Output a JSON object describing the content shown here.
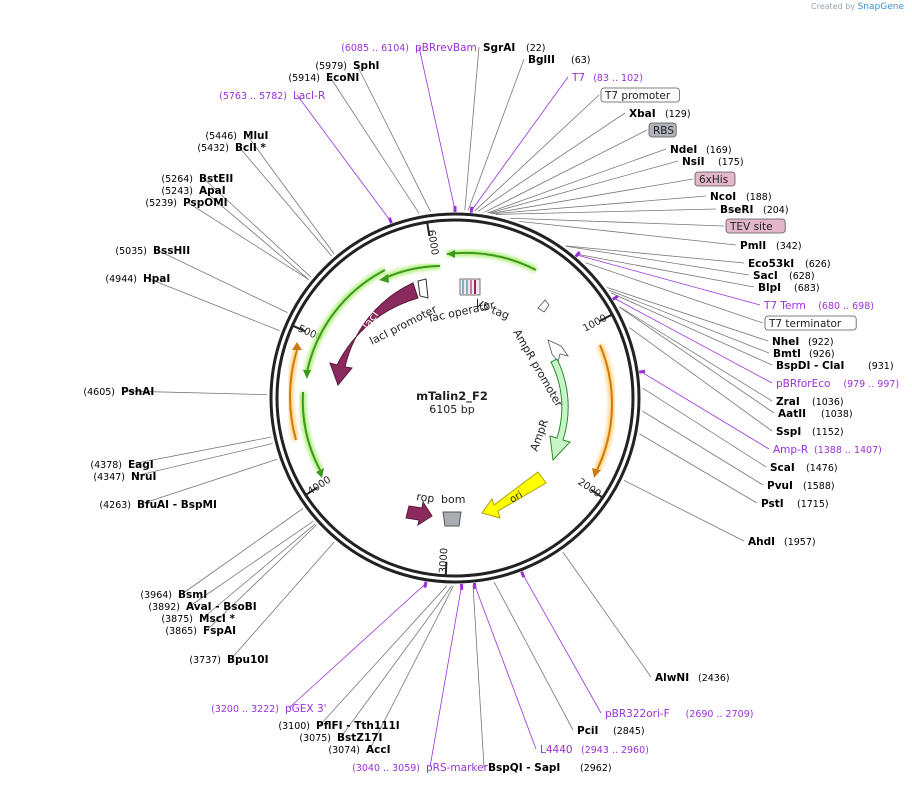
{
  "credit": {
    "prefix": "Created by",
    "brand": "SnapGene"
  },
  "plasmid": {
    "name": "mTalin2_F2",
    "length_label": "6105 bp"
  },
  "ticks": [
    "1000",
    "2000",
    "3000",
    "4000",
    "5000",
    "6000"
  ],
  "right_labels": [
    {
      "name": "SgrAI",
      "pos": "(22)",
      "kind": "site"
    },
    {
      "name": "BglII",
      "pos": "(63)",
      "kind": "site"
    },
    {
      "name": "T7",
      "pos": "(83 .. 102)",
      "kind": "primer"
    },
    {
      "name": "T7 promoter",
      "pos": "",
      "kind": "box"
    },
    {
      "name": "XbaI",
      "pos": "(129)",
      "kind": "site"
    },
    {
      "name": "RBS",
      "pos": "",
      "kind": "boxgray"
    },
    {
      "name": "NdeI",
      "pos": "(169)",
      "kind": "site"
    },
    {
      "name": "NsiI",
      "pos": "(175)",
      "kind": "site"
    },
    {
      "name": "6xHis",
      "pos": "",
      "kind": "boxpink"
    },
    {
      "name": "NcoI",
      "pos": "(188)",
      "kind": "site"
    },
    {
      "name": "BseRI",
      "pos": "(204)",
      "kind": "site"
    },
    {
      "name": "TEV site",
      "pos": "",
      "kind": "boxpink"
    },
    {
      "name": "PmlI",
      "pos": "(342)",
      "kind": "site"
    },
    {
      "name": "Eco53kI",
      "pos": "(626)",
      "kind": "site"
    },
    {
      "name": "SacI",
      "pos": "(628)",
      "kind": "site"
    },
    {
      "name": "BlpI",
      "pos": "(683)",
      "kind": "site"
    },
    {
      "name": "T7 Term",
      "pos": "(680 .. 698)",
      "kind": "primer"
    },
    {
      "name": "T7 terminator",
      "pos": "",
      "kind": "box"
    },
    {
      "name": "NheI",
      "pos": "(922)",
      "kind": "site"
    },
    {
      "name": "BmtI",
      "pos": "(926)",
      "kind": "site"
    },
    {
      "name": "BspDI - ClaI",
      "pos": "(931)",
      "kind": "site"
    },
    {
      "name": "pBRforEco",
      "pos": "(979 .. 997)",
      "kind": "primer"
    },
    {
      "name": "ZraI",
      "pos": "(1036)",
      "kind": "site"
    },
    {
      "name": "AatII",
      "pos": "(1038)",
      "kind": "site"
    },
    {
      "name": "SspI",
      "pos": "(1152)",
      "kind": "site"
    },
    {
      "name": "Amp-R",
      "pos": "(1388 .. 1407)",
      "kind": "primer"
    },
    {
      "name": "ScaI",
      "pos": "(1476)",
      "kind": "site"
    },
    {
      "name": "PvuI",
      "pos": "(1588)",
      "kind": "site"
    },
    {
      "name": "PstI",
      "pos": "(1715)",
      "kind": "site"
    },
    {
      "name": "AhdI",
      "pos": "(1957)",
      "kind": "site"
    },
    {
      "name": "AlwNI",
      "pos": "(2436)",
      "kind": "site"
    },
    {
      "name": "pBR322ori-F",
      "pos": "(2690 .. 2709)",
      "kind": "primer"
    },
    {
      "name": "PciI",
      "pos": "(2845)",
      "kind": "site"
    },
    {
      "name": "L4440",
      "pos": "(2943 .. 2960)",
      "kind": "primer"
    },
    {
      "name": "BspQI - SapI",
      "pos": "(2962)",
      "kind": "site"
    }
  ],
  "left_labels": [
    {
      "name": "pBRrevBam",
      "pos": "(6085 .. 6104)",
      "kind": "primer"
    },
    {
      "name": "SphI",
      "pos": "(5979)",
      "kind": "site"
    },
    {
      "name": "EcoNI",
      "pos": "(5914)",
      "kind": "site"
    },
    {
      "name": "LacI-R",
      "pos": "(5763 .. 5782)",
      "kind": "primer"
    },
    {
      "name": "MluI",
      "pos": "(5446)",
      "kind": "site"
    },
    {
      "name": "BclI *",
      "pos": "(5432)",
      "kind": "site"
    },
    {
      "name": "BstEII",
      "pos": "(5264)",
      "kind": "site"
    },
    {
      "name": "ApaI",
      "pos": "(5243)",
      "kind": "site"
    },
    {
      "name": "PspOMI",
      "pos": "(5239)",
      "kind": "site"
    },
    {
      "name": "BssHII",
      "pos": "(5035)",
      "kind": "site"
    },
    {
      "name": "HpaI",
      "pos": "(4944)",
      "kind": "site"
    },
    {
      "name": "PshAI",
      "pos": "(4605)",
      "kind": "site"
    },
    {
      "name": "EagI",
      "pos": "(4378)",
      "kind": "site"
    },
    {
      "name": "NruI",
      "pos": "(4347)",
      "kind": "site"
    },
    {
      "name": "BfuAI - BspMI",
      "pos": "(4263)",
      "kind": "site"
    },
    {
      "name": "BsmI",
      "pos": "(3964)",
      "kind": "site"
    },
    {
      "name": "AvaI - BsoBI",
      "pos": "(3892)",
      "kind": "site"
    },
    {
      "name": "MscI *",
      "pos": "(3875)",
      "kind": "site"
    },
    {
      "name": "FspAI",
      "pos": "(3865)",
      "kind": "site"
    },
    {
      "name": "Bpu10I",
      "pos": "(3737)",
      "kind": "site"
    },
    {
      "name": "pGEX 3'",
      "pos": "(3200 .. 3222)",
      "kind": "primer"
    },
    {
      "name": "PflFI - Tth111I",
      "pos": "(3100)",
      "kind": "site"
    },
    {
      "name": "BstZ17I",
      "pos": "(3075)",
      "kind": "site"
    },
    {
      "name": "AccI",
      "pos": "(3074)",
      "kind": "site"
    },
    {
      "name": "pRS-marker",
      "pos": "(3040 .. 3059)",
      "kind": "primer"
    }
  ],
  "features": [
    {
      "name": "lacI",
      "color": "#8b2a5c"
    },
    {
      "name": "lacI promoter",
      "color": "#ffffff"
    },
    {
      "name": "lac operator",
      "color": "#ffffff"
    },
    {
      "name": "V5 tag",
      "color": "#7fb0c0"
    },
    {
      "name": "AmpR promoter",
      "color": "#ffffff"
    },
    {
      "name": "AmpR",
      "color": "#c8f5c8"
    },
    {
      "name": "ori",
      "color": "#ffff00"
    },
    {
      "name": "rop",
      "color": "#8b2a5c"
    },
    {
      "name": "bom",
      "color": "#a8adb4"
    }
  ],
  "colors": {
    "site": "#000000",
    "primer": "#9b30d9",
    "backbone": "#222222",
    "orf_arc": "#3c9a1a",
    "orange_arc": "#d07a10"
  }
}
